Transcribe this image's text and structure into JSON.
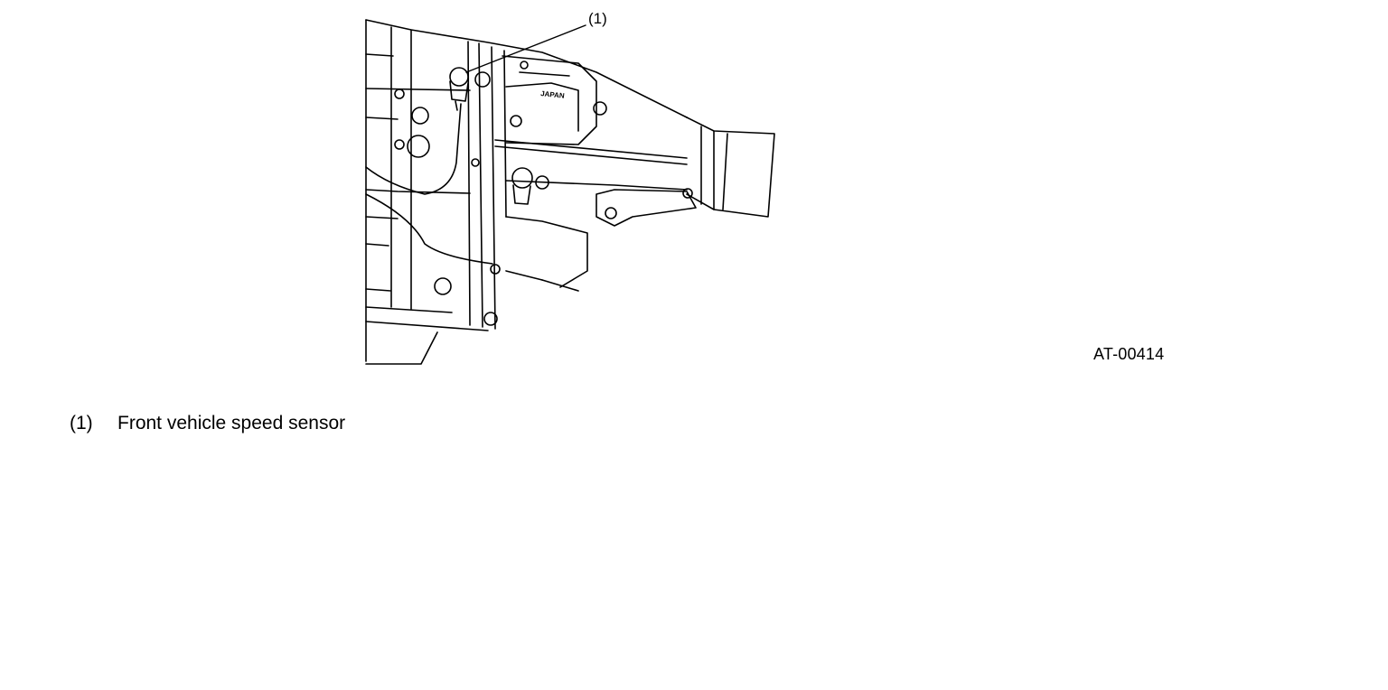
{
  "figure": {
    "callout": "(1)",
    "figure_id": "AT-00414",
    "stamp_text": "JAPAN"
  },
  "legend": [
    {
      "number": "(1)",
      "text": "Front vehicle speed sensor"
    }
  ],
  "colors": {
    "line": "#000000",
    "background": "#ffffff"
  }
}
